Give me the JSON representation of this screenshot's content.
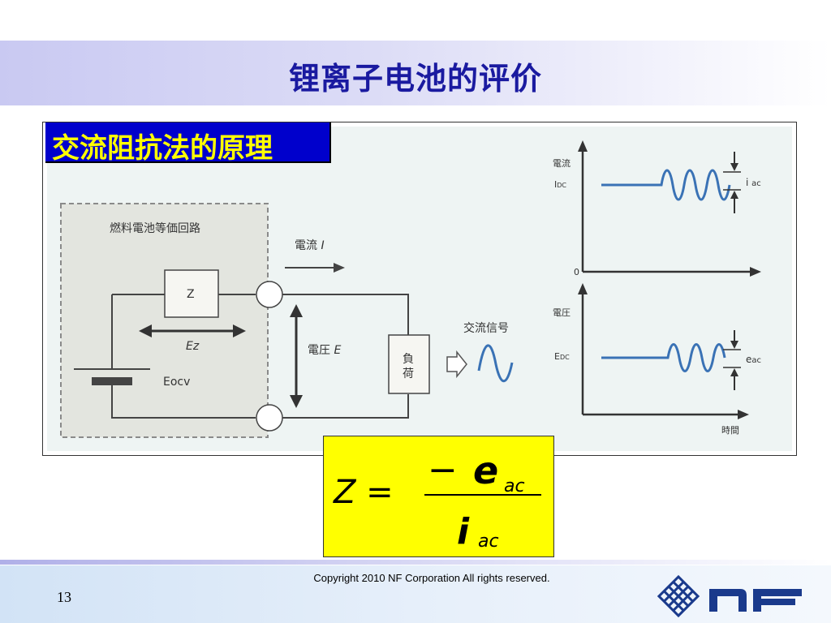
{
  "slide": {
    "title": "锂离子电池的评价",
    "section_tag": "交流阻抗法的原理",
    "page_number": "13",
    "copyright": "Copyright 2010  NF Corporation   All rights reserved."
  },
  "circuit": {
    "box_label": "燃料電池等価回路",
    "impedance_label": "Z",
    "ez_label": "Ez",
    "eocv_label": "Eocv",
    "current_label": "電流",
    "current_symbol": "I",
    "voltage_label": "電圧",
    "voltage_symbol": "E",
    "load_label_1": "負",
    "load_label_2": "荷",
    "ac_signal_label": "交流信号"
  },
  "graphs": {
    "top_axis_label": "電流",
    "top_dc_label": "I",
    "top_dc_sub": "DC",
    "top_ac_label": "i",
    "top_ac_sub": "ac",
    "origin_label": "0",
    "bottom_axis_label": "電圧",
    "bottom_dc_label": "E",
    "bottom_dc_sub": "DC",
    "bottom_ac_label": "e",
    "bottom_ac_sub": "ac",
    "time_label": "時間"
  },
  "formula": {
    "lhs": "Z =",
    "minus": "−",
    "num_var": "e",
    "num_sub": "ac",
    "den_var": "i",
    "den_sub": "ac"
  },
  "colors": {
    "title": "#1a1aa0",
    "tag_bg": "#0000cc",
    "tag_text": "#ffff00",
    "formula_bg": "#ffff00",
    "wave": "#3a72b5",
    "logo": "#1a3a8c"
  },
  "icons": [
    "left-hollow-arrow-icon",
    "sine-wave-icon",
    "nf-logo-icon"
  ]
}
